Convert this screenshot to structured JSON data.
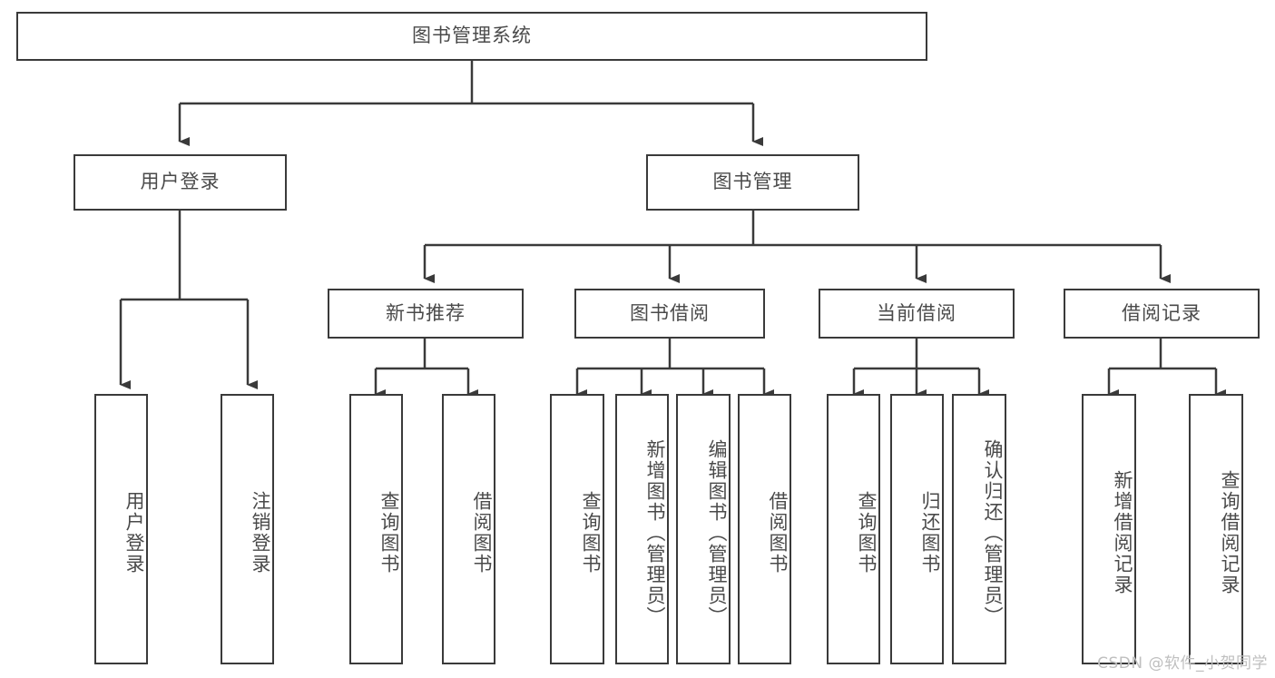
{
  "diagram": {
    "type": "tree-hierarchy-chart",
    "title": "图书管理系统",
    "stroke_color": "#3a3a3a",
    "text_color": "#4a4a4a",
    "background_color": "#ffffff",
    "levels": [
      {
        "level": 0,
        "nodes": [
          {
            "id": "root",
            "label": "图书管理系统",
            "orientation": "horizontal"
          }
        ]
      },
      {
        "level": 1,
        "nodes": [
          {
            "id": "user-login",
            "label": "用户登录",
            "orientation": "horizontal",
            "parent": "root"
          },
          {
            "id": "book-manage",
            "label": "图书管理",
            "orientation": "horizontal",
            "parent": "root"
          }
        ]
      },
      {
        "level": 2,
        "nodes": [
          {
            "id": "new-book-rec",
            "label": "新书推荐",
            "orientation": "horizontal",
            "parent": "book-manage"
          },
          {
            "id": "book-borrow",
            "label": "图书借阅",
            "orientation": "horizontal",
            "parent": "book-manage"
          },
          {
            "id": "current-borrow",
            "label": "当前借阅",
            "orientation": "horizontal",
            "parent": "book-manage"
          },
          {
            "id": "borrow-record",
            "label": "借阅记录",
            "orientation": "horizontal",
            "parent": "book-manage"
          }
        ]
      },
      {
        "level": 3,
        "nodes": [
          {
            "id": "leaf-user-login",
            "label": "用户登录",
            "orientation": "vertical",
            "parent": "user-login"
          },
          {
            "id": "leaf-logout",
            "label": "注销登录",
            "orientation": "vertical",
            "parent": "user-login"
          },
          {
            "id": "leaf-query-book-1",
            "label": "查询图书",
            "orientation": "vertical",
            "parent": "new-book-rec"
          },
          {
            "id": "leaf-borrow-book-1",
            "label": "借阅图书",
            "orientation": "vertical",
            "parent": "new-book-rec"
          },
          {
            "id": "leaf-query-book-2",
            "label": "查询图书",
            "orientation": "vertical",
            "parent": "book-borrow"
          },
          {
            "id": "leaf-add-book",
            "label": "新增图书（管理员）",
            "orientation": "vertical",
            "parent": "book-borrow"
          },
          {
            "id": "leaf-edit-book",
            "label": "编辑图书（管理员）",
            "orientation": "vertical",
            "parent": "book-borrow"
          },
          {
            "id": "leaf-borrow-book-2",
            "label": "借阅图书",
            "orientation": "vertical",
            "parent": "book-borrow"
          },
          {
            "id": "leaf-query-book-3",
            "label": "查询图书",
            "orientation": "vertical",
            "parent": "current-borrow"
          },
          {
            "id": "leaf-return-book",
            "label": "归还图书",
            "orientation": "vertical",
            "parent": "current-borrow"
          },
          {
            "id": "leaf-confirm-return",
            "label": "确认归还（管理员）",
            "orientation": "vertical",
            "parent": "current-borrow"
          },
          {
            "id": "leaf-add-record",
            "label": "新增借阅记录",
            "orientation": "vertical",
            "parent": "borrow-record"
          },
          {
            "id": "leaf-query-record",
            "label": "查询借阅记录",
            "orientation": "vertical",
            "parent": "borrow-record"
          }
        ]
      }
    ]
  },
  "watermark": {
    "text": "CSDN @软件_小贺同学"
  }
}
